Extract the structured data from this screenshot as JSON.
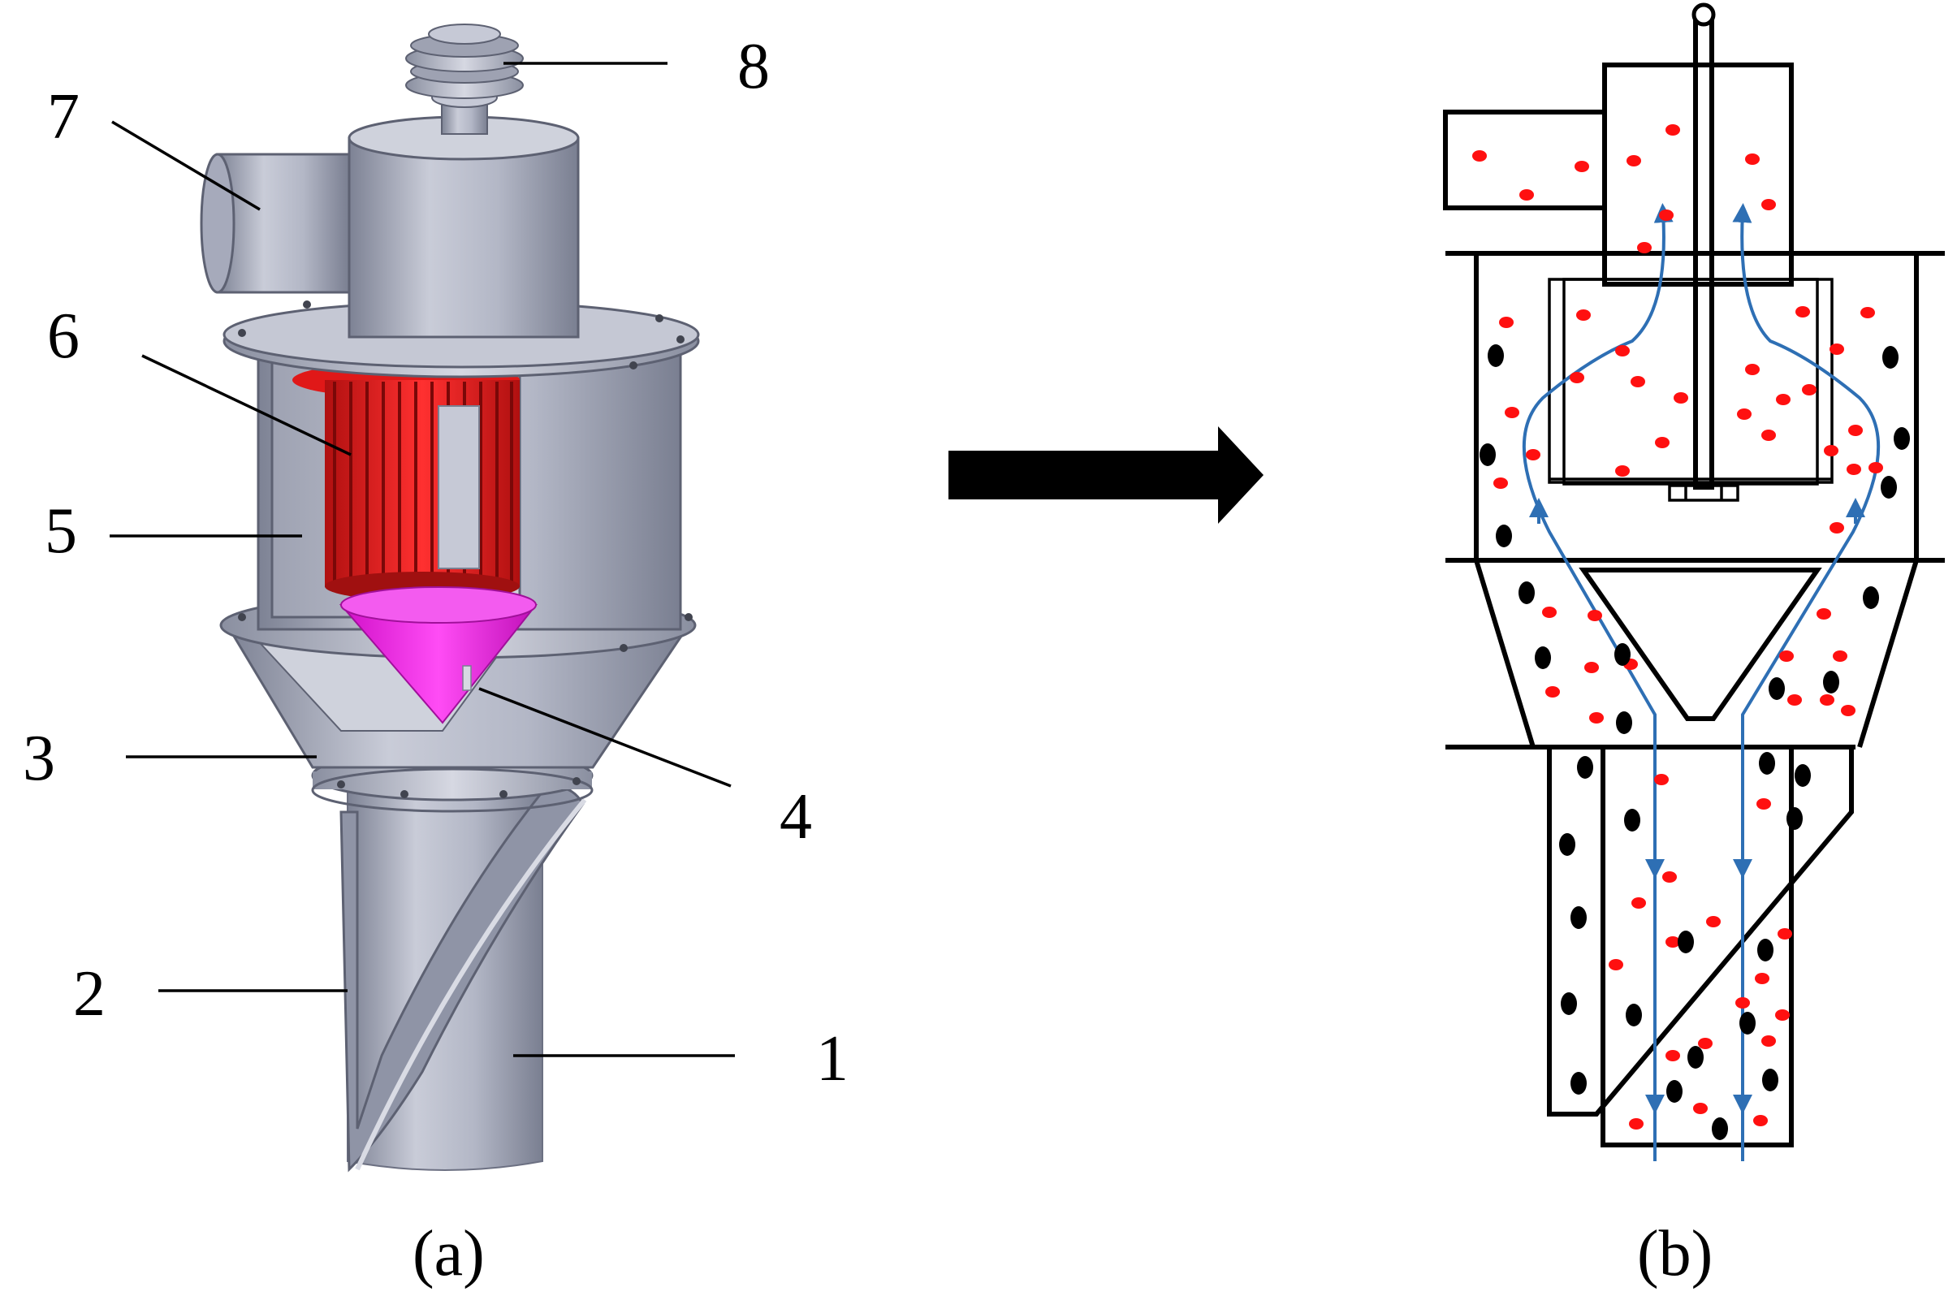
{
  "labels": {
    "l1": "1",
    "l2": "2",
    "l3": "3",
    "l4": "4",
    "l5": "5",
    "l6": "6",
    "l7": "7",
    "l8": "8"
  },
  "captions": {
    "a": "(a)",
    "b": "(b)"
  },
  "colors": {
    "metal": "#a7acbd",
    "rotor": "#e21a1a",
    "cone": "#f019e6",
    "fine_particle": "#ff1010",
    "coarse_particle": "#000000",
    "flow_line": "#2e6fb4"
  }
}
